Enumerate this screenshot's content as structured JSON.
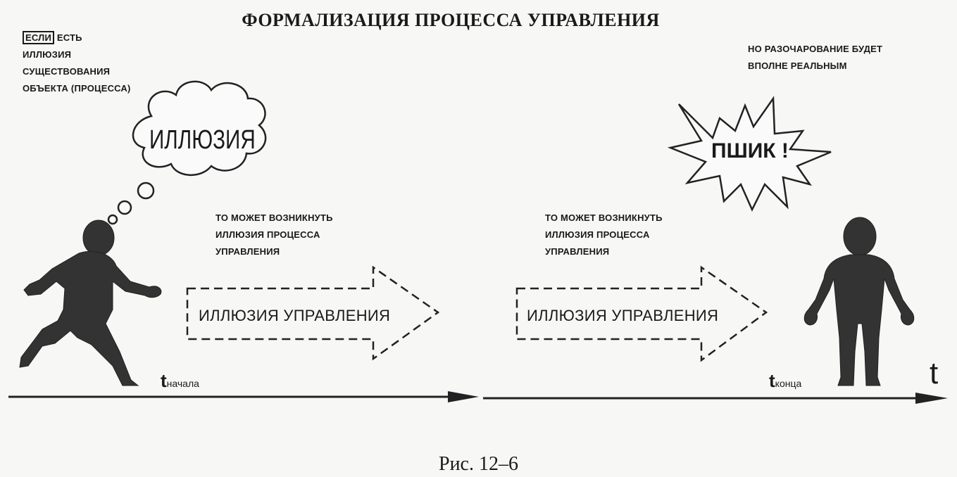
{
  "title": "ФОРМАЛИЗАЦИЯ ПРОЦЕССА УПРАВЛЕНИЯ",
  "left_condition": {
    "if_word": "ЕСЛИ",
    "line1": "ЕСТЬ",
    "line2": "ИЛЛЮЗИЯ",
    "line3": "СУЩЕСТВОВАНИЯ",
    "line4": "ОБЪЕКТА (ПРОЦЕССА)"
  },
  "cloud_text": "ИЛЛЮЗИЯ",
  "middle_left_text": [
    "ТО МОЖЕТ ВОЗНИКНУТЬ",
    "ИЛЛЮЗИЯ ПРОЦЕССА",
    "УПРАВЛЕНИЯ"
  ],
  "middle_right_text": [
    "ТО МОЖЕТ ВОЗНИКНУТЬ",
    "ИЛЛЮЗИЯ ПРОЦЕССА",
    "УПРАВЛЕНИЯ"
  ],
  "right_top_text": [
    "НО РАЗОЧАРОВАНИЕ БУДЕТ",
    "ВПОЛНЕ РЕАЛЬНЫМ"
  ],
  "burst_text": "ПШИК !",
  "arrow_left_text": "ИЛЛЮЗИЯ УПРАВЛЕНИЯ",
  "arrow_right_text": "ИЛЛЮЗИЯ УПРАВЛЕНИЯ",
  "t_start": {
    "t": "t",
    "label": "начала"
  },
  "t_end": {
    "t": "t",
    "label": "конца"
  },
  "t_axis": "t",
  "caption": "Рис. 12–6"
}
